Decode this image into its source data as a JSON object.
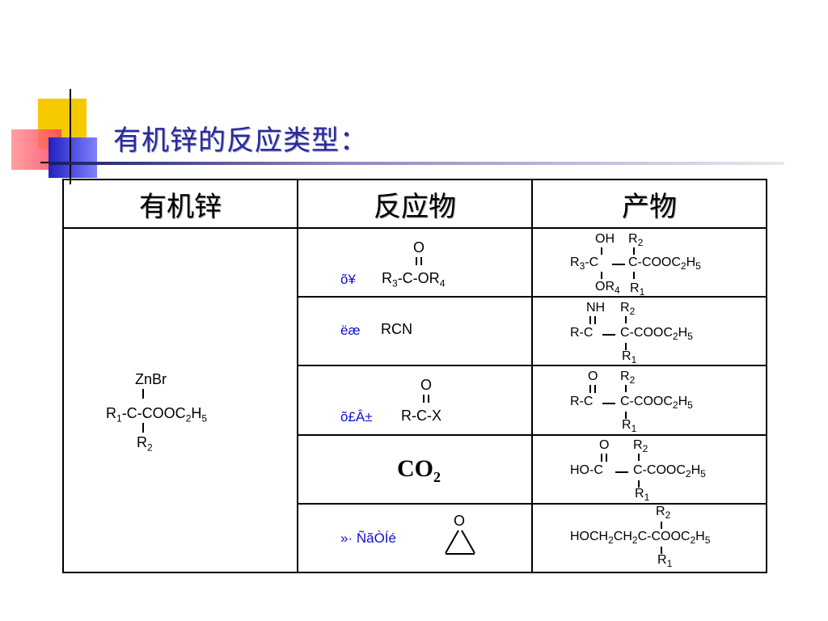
{
  "slide": {
    "title": "有机锌的反应类型："
  },
  "table": {
    "headers": [
      "有机锌",
      "反应物",
      "产物"
    ],
    "organozinc": {
      "top": "ZnBr",
      "mid_r1": "R",
      "mid_r1_sub": "1",
      "mid_rest": "-C-COOC",
      "mid_sub2": "2",
      "mid_h": "H",
      "mid_sub5": "5",
      "bottom": "R",
      "bottom_sub": "2"
    },
    "rows": [
      {
        "reactant_label": "õ¥",
        "reactant_top": "O",
        "reactant_formula": [
          "R",
          "3",
          "-C-OR",
          "4"
        ],
        "product": {
          "top_left": "OH",
          "top_right": "R",
          "top_right_sub": "2",
          "mid_left": [
            "R",
            "3",
            "-C"
          ],
          "mid_right": [
            "C-COOC",
            "2",
            "H",
            "5"
          ],
          "bot_left": [
            "OR",
            "4"
          ],
          "bot_right": [
            "R",
            "1"
          ]
        }
      },
      {
        "reactant_label": "ëæ",
        "reactant_formula": "RCN",
        "product": {
          "top_left": "NH",
          "top_right": "R",
          "top_right_sub": "2",
          "mid_left": "R-C",
          "mid_right": [
            "C-COOC",
            "2",
            "H",
            "5"
          ],
          "bot_right": [
            "R",
            "1"
          ]
        }
      },
      {
        "reactant_label": "õ£Â±",
        "reactant_top": "O",
        "reactant_formula": "R-C-X",
        "product": {
          "top_left": "O",
          "top_right": "R",
          "top_right_sub": "2",
          "mid_left": "R-C",
          "mid_right": [
            "C-COOC",
            "2",
            "H",
            "5"
          ],
          "bot_right": [
            "R",
            "1"
          ]
        }
      },
      {
        "reactant_formula": [
          "CO",
          "2"
        ],
        "product": {
          "top_left": "O",
          "top_right": "R",
          "top_right_sub": "2",
          "mid_left": "HO-C",
          "mid_right": [
            "C-COOC",
            "2",
            "H",
            "5"
          ],
          "bot_right": [
            "R",
            "1"
          ]
        }
      },
      {
        "reactant_label": "»· ÑãÒÍé",
        "reactant_top": "O",
        "product": {
          "top_right": "R",
          "top_right_sub": "2",
          "mid": [
            "HOCH",
            "2",
            "CH",
            "2",
            "C-COOC",
            "2",
            "H",
            "5"
          ],
          "bot_right": [
            "R",
            "1"
          ]
        }
      }
    ]
  }
}
